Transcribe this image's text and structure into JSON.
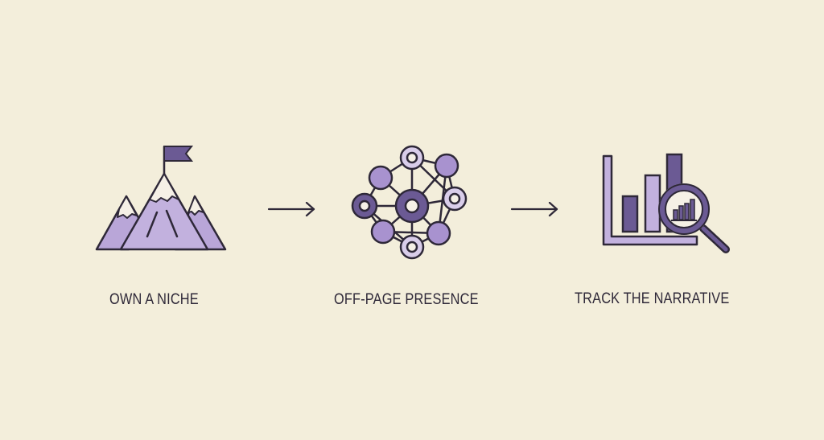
{
  "colors": {
    "background": "#f3eedb",
    "stroke": "#2e2838",
    "fill_light": "#b9a6d8",
    "fill_pale": "#d9cdea",
    "fill_dark": "#6b5a94",
    "text": "#2e2838"
  },
  "steps": [
    {
      "label": "OWN A NICHE",
      "icon": "mountain-flag-icon"
    },
    {
      "label": "OFF-PAGE PRESENCE",
      "icon": "network-nodes-icon"
    },
    {
      "label": "TRACK THE NARRATIVE",
      "icon": "bar-chart-magnifier-icon"
    }
  ],
  "arrows": [
    {
      "icon": "arrow-right-icon"
    },
    {
      "icon": "arrow-right-icon"
    }
  ]
}
